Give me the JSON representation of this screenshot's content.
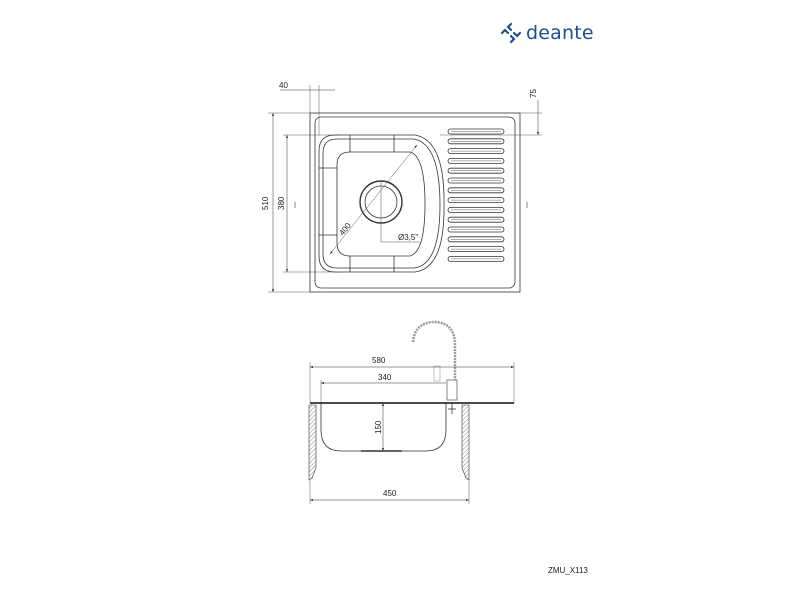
{
  "brand": {
    "name": "deante",
    "color": "#1d4f91"
  },
  "model_code": "ZMU_X113",
  "top_view": {
    "dimensions": {
      "overall_depth": "510",
      "bowl_depth": "380",
      "left_offset": "40",
      "top_offset": "75",
      "bowl_diagonal": "400",
      "drain": "Ø3,5\""
    }
  },
  "side_view": {
    "dimensions": {
      "overall_width": "580",
      "bowl_width": "340",
      "bowl_depth": "150",
      "cabinet_width": "450"
    }
  }
}
